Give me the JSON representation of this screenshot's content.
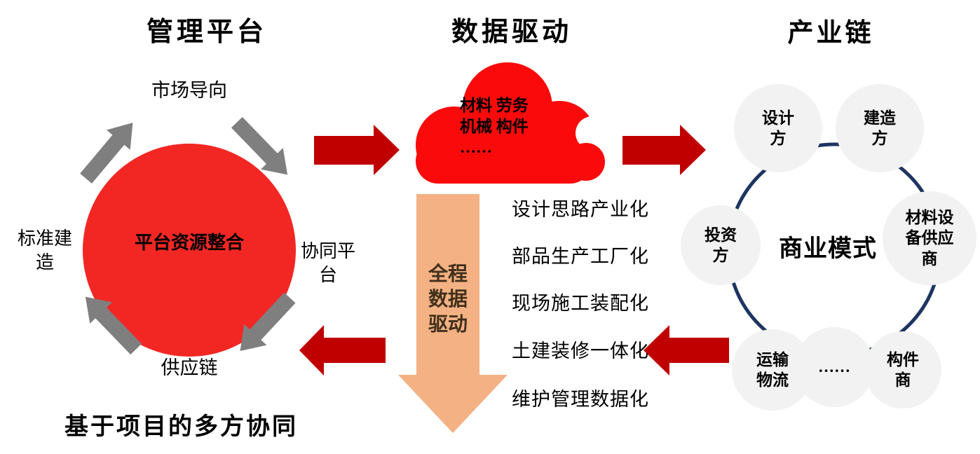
{
  "left_section": {
    "title": "管理平台",
    "center_circle_label": "平台资源整合",
    "labels": {
      "top": "市场导向",
      "left": "标准建造",
      "right": "协同平台",
      "bottom": "供应链"
    },
    "caption": "基于项目的多方协同"
  },
  "middle_section": {
    "title": "数据驱动",
    "cloud_lines": [
      "材料 劳务",
      "机械 构件",
      "……"
    ],
    "down_arrow_label": "全程数据驱动",
    "items": [
      "设计思路产业化",
      "部品生产工厂化",
      "现场施工装配化",
      "土建装修一体化",
      "维护管理数据化"
    ]
  },
  "right_section": {
    "title": "产业链",
    "center_label": "商业模式",
    "nodes": {
      "designer": "设计方",
      "builder": "建造方",
      "material_supplier": "材料设备供应商",
      "investor": "投资方",
      "transport": "运输物流",
      "ellipsis": "……",
      "component_supplier": "构件商"
    }
  },
  "colors": {
    "primary_red": "#f22723",
    "cloud_red": "#fa0a0a",
    "dark_red_arrow": "#c00000",
    "gray_arrow": "#7f7f7f",
    "orange_arrow": "#f4b183",
    "navy_ring": "#1e3461",
    "node_gray": "#f2f2f3"
  }
}
